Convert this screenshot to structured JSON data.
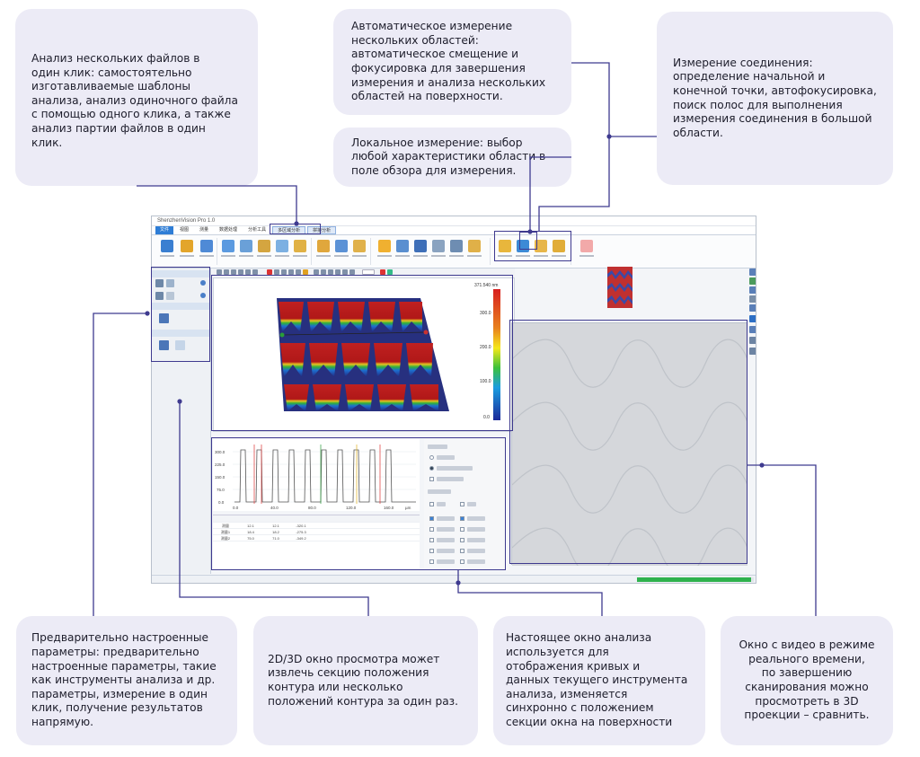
{
  "callouts": {
    "c1": [
      "Анализ нескольких файлов в",
      "один клик: самостоятельно",
      "изготавливаемые шаблоны",
      "анализа, анализ одиночного файла",
      "с помощью одного клика, а также",
      "анализ партии файлов в один",
      "клик."
    ],
    "c2": [
      "Автоматическое измерение",
      "нескольких областей:",
      "автоматическое смещение и",
      "фокусировка для завершения",
      "измерения и анализа нескольких",
      "областей на поверхности."
    ],
    "c3": [
      "Локальное измерение: выбор",
      "любой характеристики области в",
      "поле обзора для измерения."
    ],
    "c4": [
      "Измерение соединения:",
      "определение начальной и",
      "конечной точки, автофокусировка,",
      "поиск полос для выполнения",
      "измерения соединения в большой",
      "области."
    ],
    "c5": [
      "Предварительно настроенные",
      "параметры: предварительно",
      "настроенные параметры, такие",
      "как инструменты анализа и др.",
      "параметры, измерение в один",
      "клик, получение результатов",
      "напрямую."
    ],
    "c6": [
      "2D/3D окно просмотра может",
      "извлечь секцию положения",
      "контура или несколько",
      "положений контура за один раз."
    ],
    "c7": [
      "Настоящее окно анализа",
      "используется для",
      "отображения кривых и",
      "данных текущего инструмента",
      "анализа, изменяется",
      "синхронно с положением",
      "секции окна на поверхности"
    ],
    "c8": [
      "Окно с видео в режиме",
      "реального времени,",
      "по завершению",
      "сканирования можно",
      "просмотреть в 3D",
      "проекции – сравнить."
    ]
  },
  "app": {
    "title": "ShenzhenVision Pro 1.0",
    "menu_tabs": [
      "文件",
      "视图",
      "测量",
      "数据处理",
      "分析工具",
      "多区域分析",
      "拼接分析"
    ],
    "scale_max": "371.540 nm",
    "scale_ticks": [
      "300.0",
      "200.0",
      "100.0",
      "0.0"
    ],
    "curve_yticks": [
      "300.0",
      "225.0",
      "150.0",
      "75.0",
      "0.0"
    ],
    "curve_xticks": [
      "0.0",
      "40.0",
      "80.0",
      "120.0",
      "160.0"
    ],
    "curve_unit": "µm",
    "table_rows": [
      [
        "测量",
        "12.1",
        "12.1",
        "-320.1"
      ],
      [
        "测量1",
        "18.4",
        "18.2",
        "-275.3"
      ],
      [
        "测量2",
        "75.0",
        "71.0",
        "-349.2"
      ]
    ],
    "progress_fraction": 0.98
  },
  "colors": {
    "callout_bg": "#ecebf6",
    "connector": "#3e3a8f",
    "accent": "#2e7dd6"
  }
}
